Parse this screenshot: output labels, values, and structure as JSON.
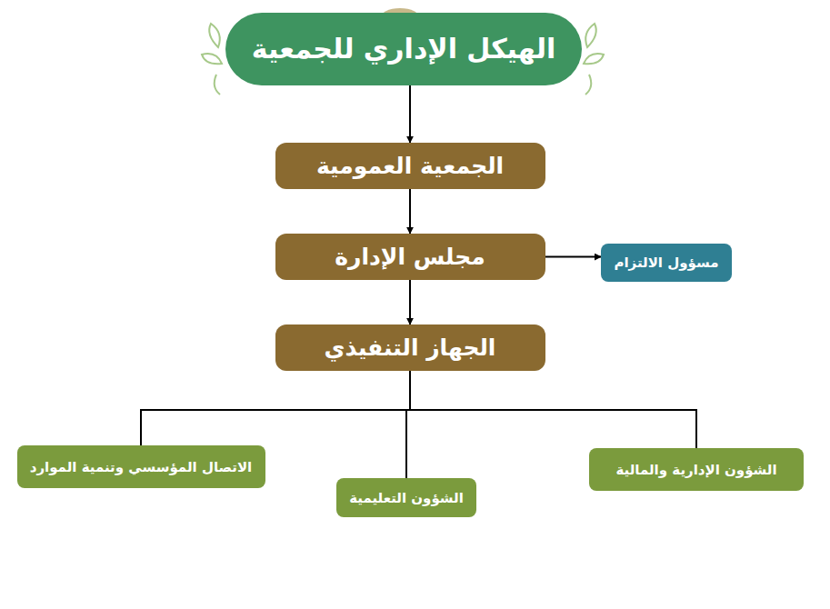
{
  "diagram": {
    "nodes": [
      {
        "text": [
          "الهيكل الإداري للجمعية"
        ]
      },
      {
        "text": [
          "الجمعية العمومية"
        ]
      },
      {
        "text": [
          "مجلس الإدارة"
        ]
      },
      {
        "text": [
          "مسؤول الالتزام"
        ]
      },
      {
        "text": [
          "الجهاز التنفيذي"
        ]
      },
      {
        "text": [
          "الشؤون الإدارية والمالية"
        ]
      },
      {
        "text": [
          "الشؤون التعليمية"
        ]
      },
      {
        "text": [
          "الاتصال المؤسسي وتنمية الموارد"
        ]
      }
    ],
    "edges": [
      {
        "from": 0,
        "to": 1,
        "arrow": "to"
      },
      {
        "from": 1,
        "to": 2,
        "arrow": "to"
      },
      {
        "from": 2,
        "to": 3,
        "arrow": "to"
      },
      {
        "from": 2,
        "to": 4,
        "arrow": "to"
      },
      {
        "from": 4,
        "to": 5,
        "arrow": "none"
      },
      {
        "from": 4,
        "to": 6,
        "arrow": "none"
      },
      {
        "from": 4,
        "to": 7,
        "arrow": "none"
      }
    ]
  }
}
